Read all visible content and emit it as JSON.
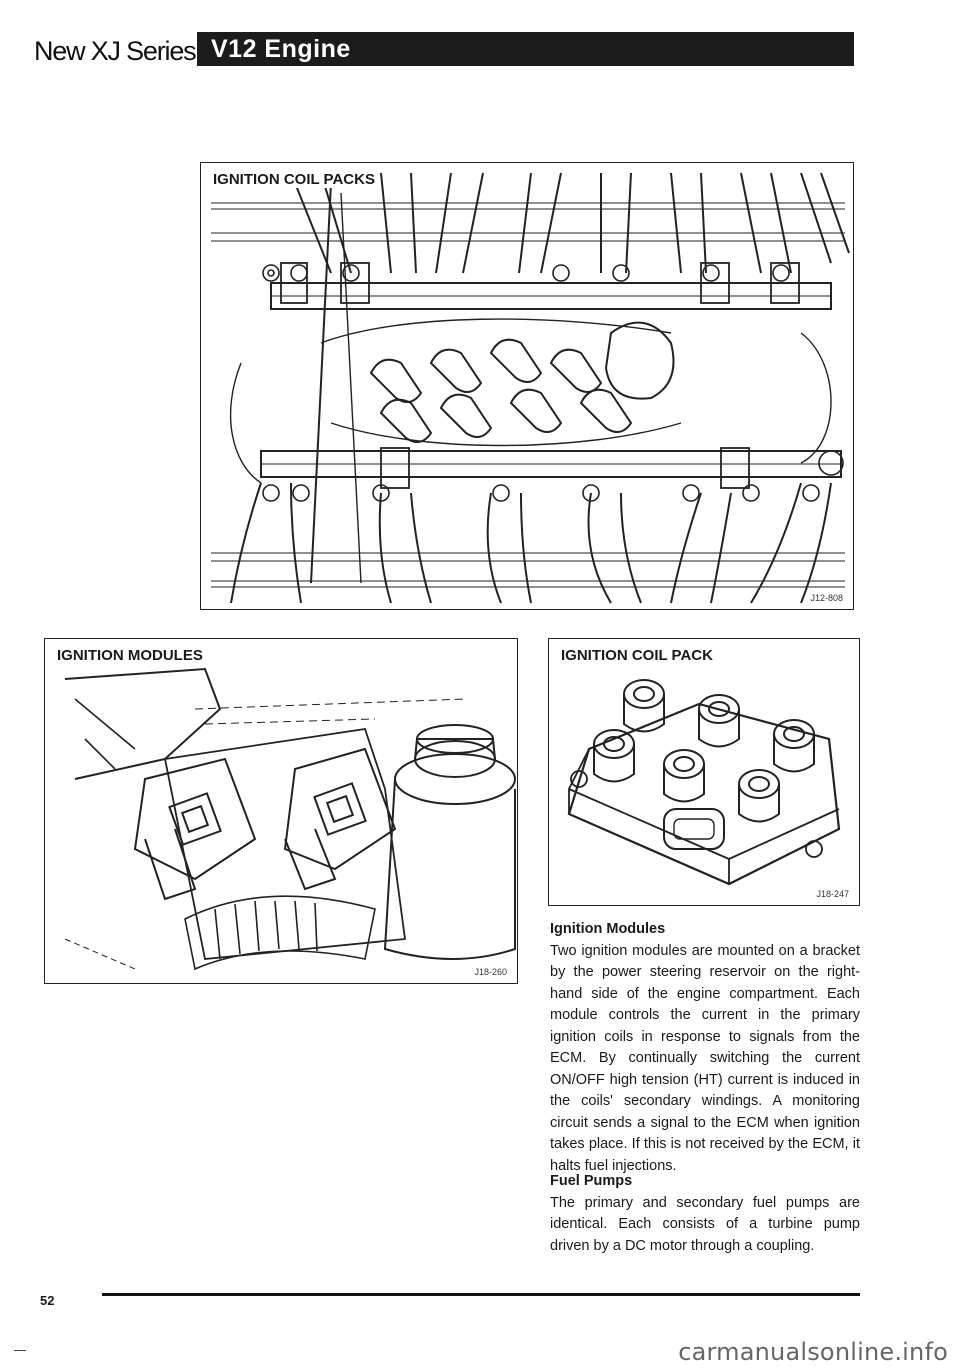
{
  "header": {
    "series": "New XJ Series",
    "title": "V12 Engine"
  },
  "figures": {
    "coil_packs": {
      "title": "IGNITION COIL PACKS",
      "ref": "J12-808"
    },
    "modules": {
      "title": "IGNITION MODULES",
      "ref": "J18-260"
    },
    "coil_pack": {
      "title": "IGNITION COIL PACK",
      "ref": "J18-247"
    }
  },
  "sections": {
    "modules": {
      "heading": "Ignition Modules",
      "body": "Two ignition modules are mounted on a bracket by the power steering reservoir on the right-hand side of the engine compartment. Each module controls the current in the primary ignition coils in response to signals from the ECM. By continually switching the current ON/OFF high tension (HT) current is induced in the coils' secondary windings. A monitoring circuit sends a signal to the ECM when ignition takes place. If this is not received by the ECM, it halts fuel injections."
    },
    "fuel_pumps": {
      "heading": "Fuel Pumps",
      "body": "The primary and secondary fuel pumps are identical. Each consists of a turbine pump driven by a DC motor through a coupling."
    }
  },
  "footer": {
    "page_number": "52",
    "watermark": "carmanualsonline.info"
  }
}
